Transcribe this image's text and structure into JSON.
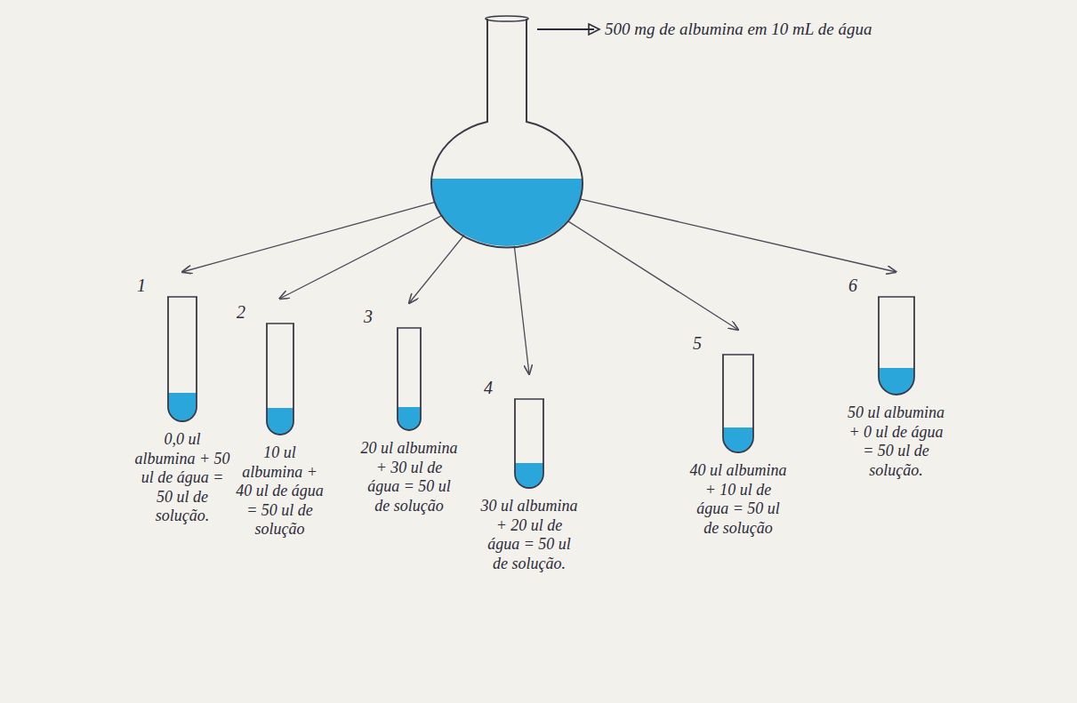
{
  "diagram": {
    "nodes": [
      {
        "text": [
          "500 mg de albumina em 10 mL de água"
        ]
      },
      {
        "text": [
          "1",
          "0,0 ul albumina + 50 ul de água = 50 ul de solução."
        ]
      },
      {
        "text": [
          "2",
          "10 ul albumina + 40 ul de água = 50 ul de solução"
        ]
      },
      {
        "text": [
          "3",
          "20 ul albumina + 30 ul de água = 50 ul de solução"
        ]
      },
      {
        "text": [
          "4",
          "30 ul albumina + 20 ul de água = 50 ul de solução."
        ]
      },
      {
        "text": [
          "5",
          "40 ul albumina + 10 ul de água = 50 ul de solução"
        ]
      },
      {
        "text": [
          "6",
          "50 ul albumina + 0 ul de água = 50 ul de solução."
        ]
      }
    ],
    "edges": [
      {
        "from": 0,
        "to": 1,
        "arrow": "to"
      },
      {
        "from": 0,
        "to": 2,
        "arrow": "to"
      },
      {
        "from": 0,
        "to": 3,
        "arrow": "to"
      },
      {
        "from": 0,
        "to": 4,
        "arrow": "to"
      },
      {
        "from": 0,
        "to": 5,
        "arrow": "to"
      },
      {
        "from": 0,
        "to": 6,
        "arrow": "to"
      }
    ]
  }
}
